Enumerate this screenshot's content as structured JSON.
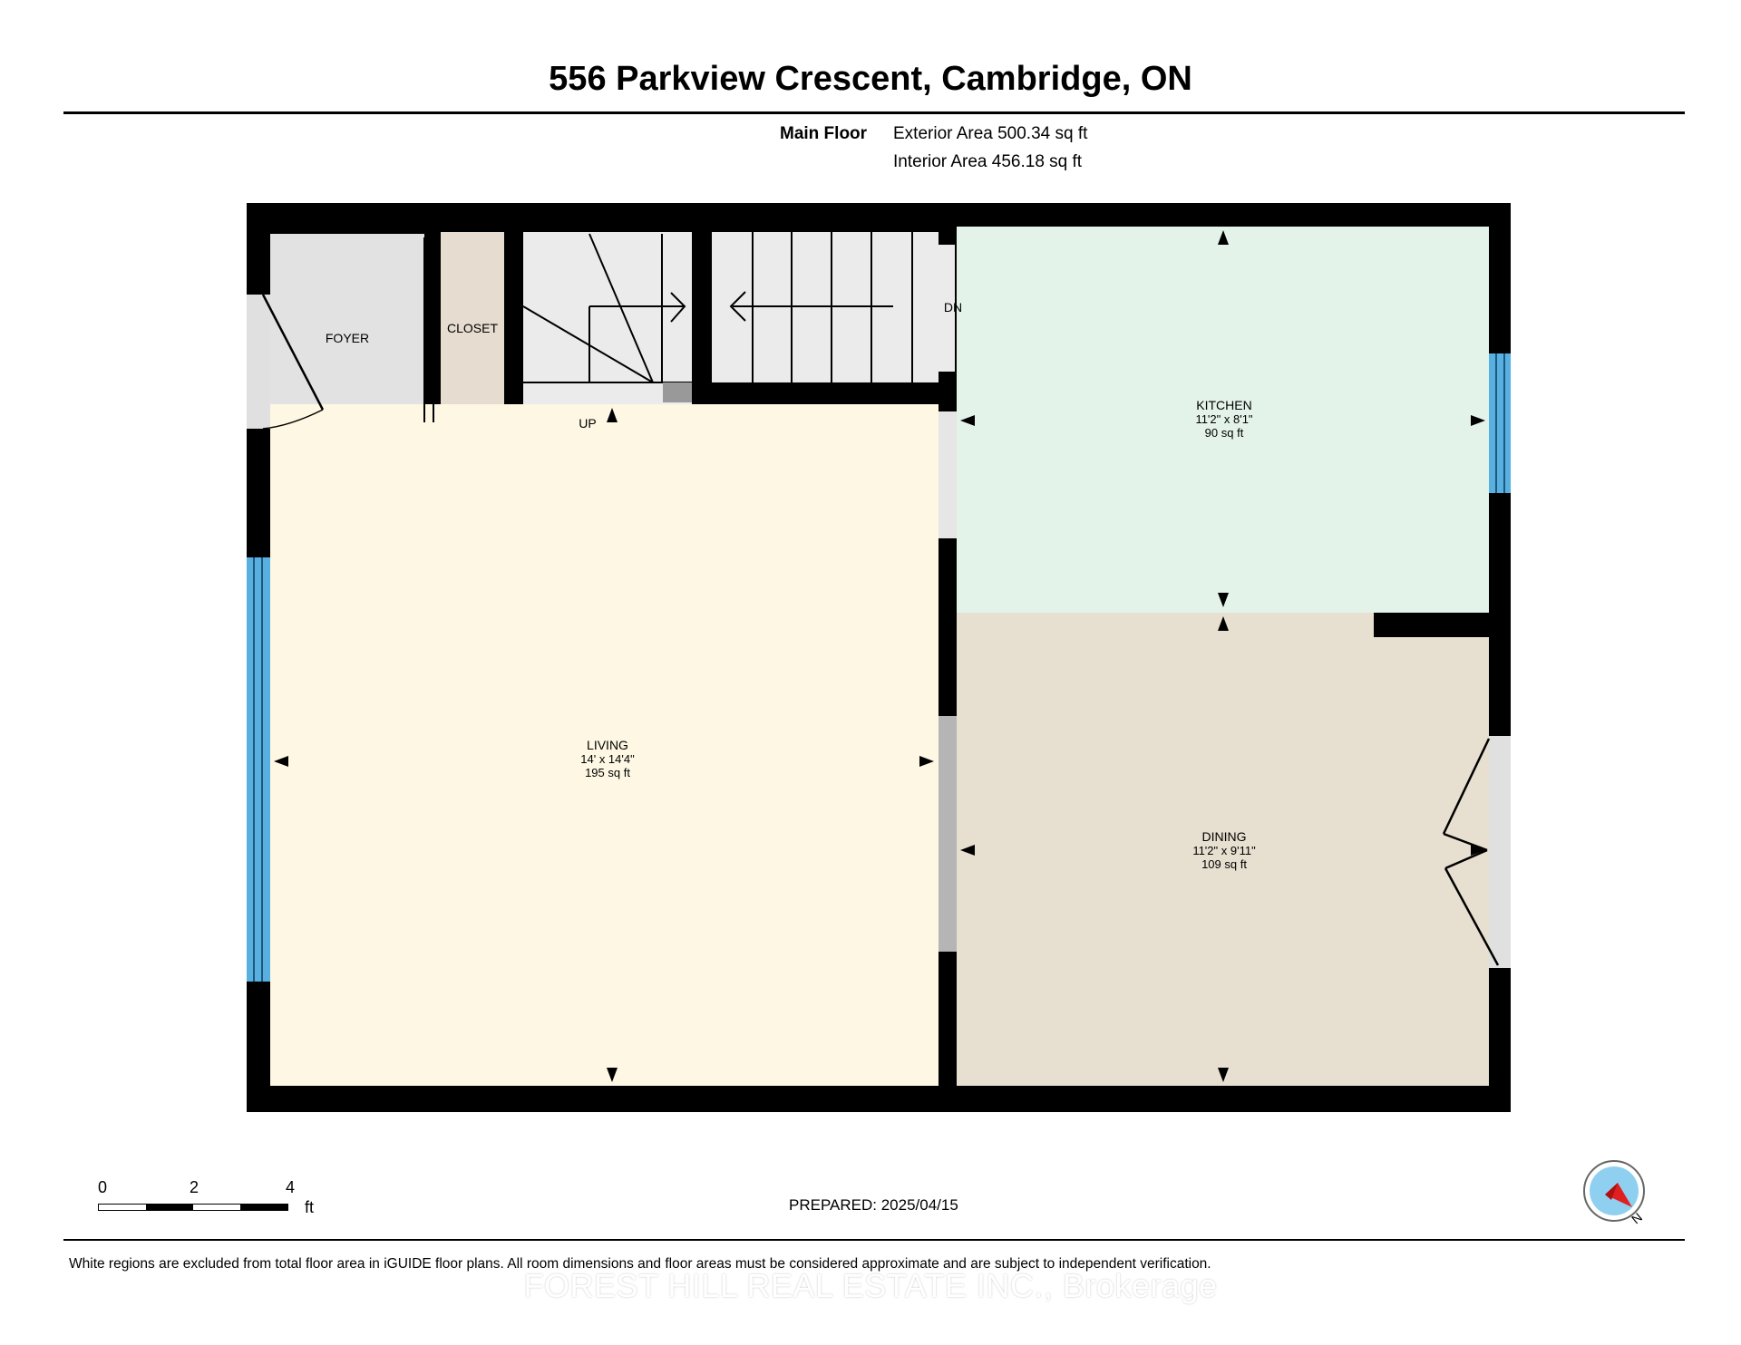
{
  "title": "556 Parkview Crescent, Cambridge, ON",
  "floor": {
    "name": "Main Floor",
    "exterior_area": "Exterior Area 500.34 sq ft",
    "interior_area": "Interior Area 456.18 sq ft"
  },
  "rooms": {
    "foyer": {
      "name": "FOYER"
    },
    "closet": {
      "name": "CLOSET"
    },
    "living": {
      "name": "LIVING",
      "dims": "14' x 14'4\"",
      "area": "195 sq ft"
    },
    "kitchen": {
      "name": "KITCHEN",
      "dims": "11'2\" x 8'1\"",
      "area": "90 sq ft"
    },
    "dining": {
      "name": "DINING",
      "dims": "11'2\" x 9'11\"",
      "area": "109 sq ft"
    }
  },
  "stairs": {
    "up_label": "UP",
    "down_label": "DN"
  },
  "scale": {
    "ticks": [
      "0",
      "2",
      "4"
    ],
    "unit": "ft"
  },
  "prepared": "PREPARED: 2025/04/15",
  "compass": {
    "label": "N"
  },
  "disclaimer": "White regions are excluded from total floor area in iGUIDE floor plans. All room dimensions and floor areas must be considered approximate and are subject to independent verification.",
  "watermark": "FOREST HILL REAL ESTATE INC., Brokerage",
  "colors": {
    "foyer": "#e2e2e2",
    "closet": "#e6ddd0",
    "living": "#fdf7e3",
    "kitchen": "#e4f3ea",
    "dining": "#e7dfd0",
    "stairs": "#ebebeb",
    "window": "#58b0e0",
    "wall": "#000000",
    "compass_needle": "#e02020",
    "compass_face": "#8fd0f0"
  }
}
